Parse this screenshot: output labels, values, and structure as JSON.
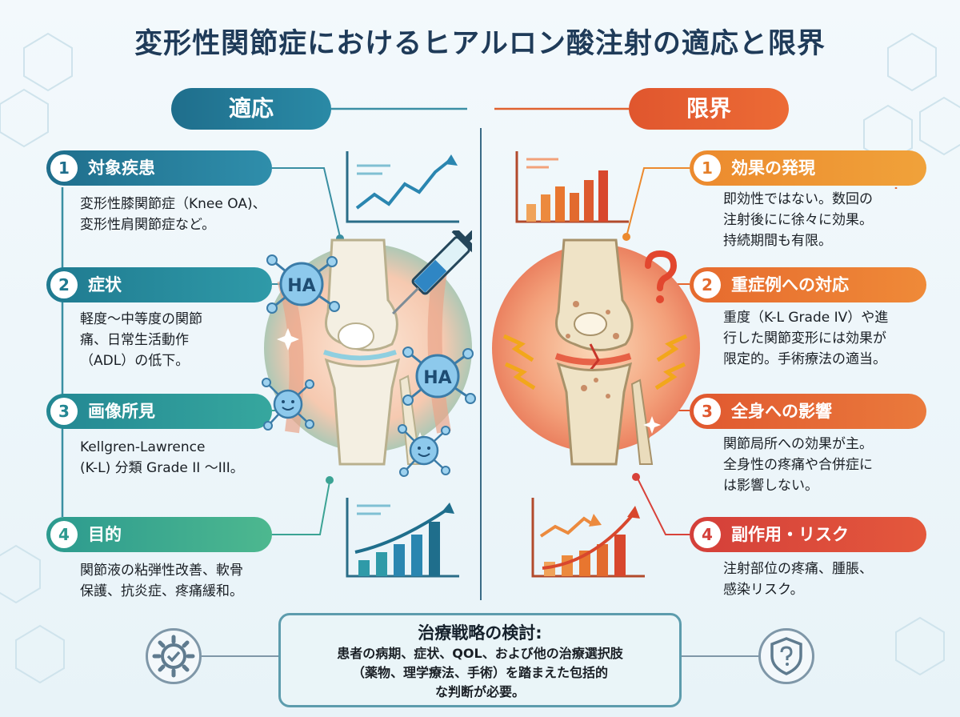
{
  "title": "変形性関節症におけるヒアルロン酸注射の適応と限界",
  "left": {
    "heading": "適応",
    "items": [
      {
        "num": "1",
        "label": "対象疾患",
        "text": "変形性膝関節症（Knee OA)、\n変形性肩関節症など。"
      },
      {
        "num": "2",
        "label": "症状",
        "text": "軽度〜中等度の関節\n痛、日常生活動作\n（ADL）の低下。"
      },
      {
        "num": "3",
        "label": "画像所見",
        "text": "Kellgren-Lawrence\n(K-L) 分類 Grade II 〜III。"
      },
      {
        "num": "4",
        "label": "目的",
        "text": "関節液の粘弾性改善、軟骨\n保護、抗炎症、疼痛緩和。"
      }
    ]
  },
  "right": {
    "heading": "限界",
    "items": [
      {
        "num": "1",
        "label": "効果の発現",
        "text": "即効性ではない。数回の\n注射後にに徐々に効果。\n持続期間も有限。"
      },
      {
        "num": "2",
        "label": "重症例への対応",
        "text": "重度（K-L Grade IV）や進\n行した関節変形には効果が\n限定的。手術療法の適当。"
      },
      {
        "num": "3",
        "label": "全身への影響",
        "text": "関節局所への効果が主。\n全身性の疼痛や合併症に\nは影響しない。"
      },
      {
        "num": "4",
        "label": "副作用・リスク",
        "text": "注射部位の疼痛、腫脹、\n感染リスク。"
      }
    ]
  },
  "strategy": {
    "title": "治療戦略の検討:",
    "body": "患者の病期、症状、QOL、および他の治療選択肢\n（薬物、理学療法、手術）を踏まえた包括的\nな判断が必要。"
  },
  "molecule_labels": [
    "HA",
    "HA"
  ],
  "colors": {
    "teal_dark": "#1f6e8c",
    "teal_mid": "#2b9aa3",
    "green": "#3fae8e",
    "orange": "#ec8a2e",
    "orange_red": "#e2582f",
    "red": "#d8423a"
  },
  "icons": [
    "gear-check-icon",
    "shield-question-icon",
    "syringe-icon",
    "question-mark-icon",
    "trend-chart-icon"
  ]
}
